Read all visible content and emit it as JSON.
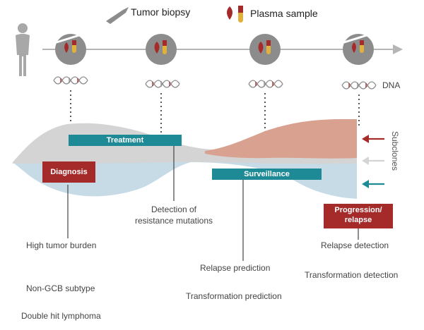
{
  "legend": {
    "biopsy": "Tumor biopsy",
    "plasma": "Plasma sample"
  },
  "timeline": {
    "dna_label": "DNA"
  },
  "bars": {
    "treatment": "Treatment",
    "diagnosis": "Diagnosis",
    "surveillance": "Surveillance",
    "progression": "Progression/\nrelapse"
  },
  "side_label": "Subclones",
  "annotations": {
    "resistance": "Detection of\nresistance mutations",
    "high_burden": "High tumor burden",
    "non_gcb": "Non-GCB subtype",
    "double_hit": "Double hit lymphoma",
    "relapse_prediction": "Relapse prediction",
    "transformation_prediction": "Transformation prediction",
    "relapse_detection": "Relapse detection",
    "transformation_detection": "Transformation detection"
  },
  "colors": {
    "teal": "#1e8a96",
    "dark_red": "#a52a2a",
    "salmon": "#d9a190",
    "light_blue": "#c6dbe6",
    "grey": "#d4d4d4"
  }
}
